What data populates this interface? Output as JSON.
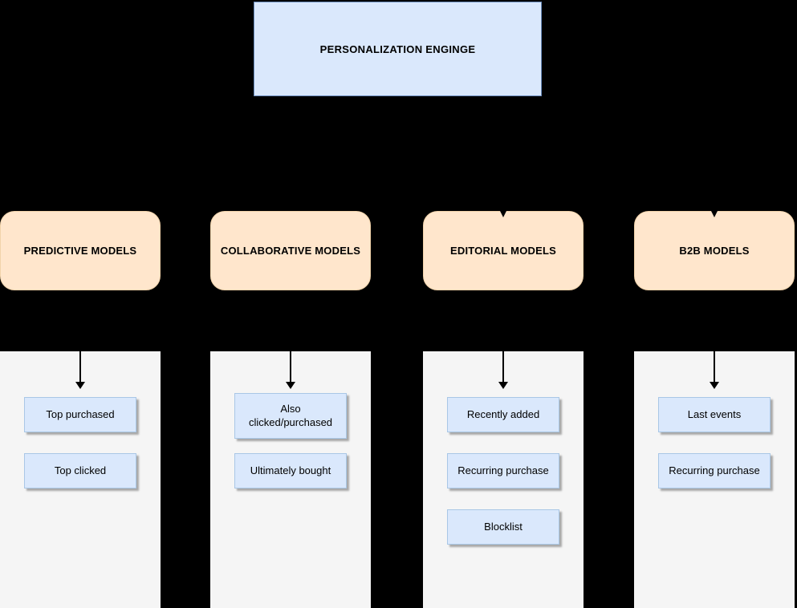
{
  "engine": {
    "label": "PERSONALIZATION ENGINGE"
  },
  "columns": [
    {
      "header": "PREDICTIVE MODELS",
      "items": [
        "Top purchased",
        "Top clicked"
      ]
    },
    {
      "header": "COLLABORATIVE MODELS",
      "items": [
        "Also clicked/purchased",
        "Ultimately bought"
      ]
    },
    {
      "header": "EDITORIAL MODELS",
      "items": [
        "Recently added",
        "Recurring purchase",
        "Blocklist"
      ]
    },
    {
      "header": "B2B MODELS",
      "items": [
        "Last events",
        "Recurring purchase"
      ]
    }
  ],
  "colors": {
    "background": "#000000",
    "engine_fill": "#dae8fc",
    "engine_stroke": "#6c8ebf",
    "category_fill": "#ffe6cc",
    "category_stroke": "#f2d3ab",
    "container_fill": "#f5f5f5",
    "item_fill": "#dae8fc",
    "item_stroke": "#a9c7e6",
    "arrow": "#000000",
    "shadow": "#a8a8a8"
  }
}
